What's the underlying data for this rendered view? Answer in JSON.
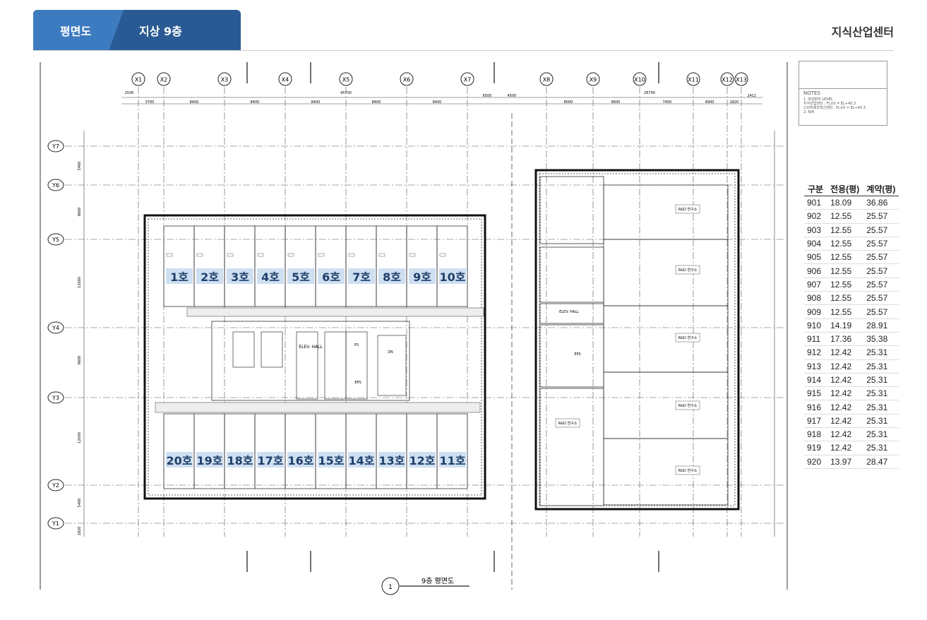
{
  "header": {
    "tab_plan": "평면도",
    "tab_floor": "지상 9층",
    "brand": "지식산업센터"
  },
  "plan": {
    "title": "9층 평면도",
    "title_number": "1",
    "col_grid": [
      "X1",
      "X2",
      "X3",
      "X4",
      "X5",
      "X6",
      "X7",
      "X8",
      "X9",
      "X10",
      "X11",
      "X12",
      "X13"
    ],
    "row_grid": [
      "Y7",
      "Y6",
      "Y5",
      "Y4",
      "Y3",
      "Y2",
      "Y1"
    ],
    "top_dims": [
      "2026",
      "3700",
      "8400",
      "8400",
      "45700",
      "8400",
      "8400",
      "8400",
      "6500",
      "4500",
      "8000",
      "6600",
      "26700",
      "7400",
      "4900",
      "1820",
      "2411"
    ],
    "side_dims": [
      "5400",
      "9600",
      "12000",
      "9600",
      "12000",
      "5400",
      "1820"
    ],
    "units_top": [
      "1호",
      "2호",
      "3호",
      "4호",
      "5호",
      "6호",
      "7호",
      "8호",
      "9호",
      "10호"
    ],
    "units_bottom": [
      "20호",
      "19호",
      "18호",
      "17호",
      "16호",
      "15호",
      "14호",
      "13호",
      "12호",
      "11호"
    ],
    "room_labels": [
      "R&D 연구소",
      "R&D 연구소",
      "R&D 연구소",
      "R&D 연구소",
      "R&D 연구소",
      "R&D 연구소"
    ],
    "core_labels": [
      "ELEV. HALL",
      "ELEV. HALL",
      "EPS",
      "EPS",
      "PS",
      "DN"
    ]
  },
  "notes": {
    "title": "NOTES",
    "lines": [
      "1. 마감바닥 LEVEL",
      "지식산업센터 : FL±0 = EL+40.3",
      "스마트제조혁신센터 : FL±0 = EL+40.3",
      "2. N/A"
    ]
  },
  "unit_table": {
    "headers": [
      "구분",
      "전용(평)",
      "계약(평)"
    ],
    "rows": [
      [
        "901",
        "18.09",
        "36.86"
      ],
      [
        "902",
        "12.55",
        "25.57"
      ],
      [
        "903",
        "12.55",
        "25.57"
      ],
      [
        "904",
        "12.55",
        "25.57"
      ],
      [
        "905",
        "12.55",
        "25.57"
      ],
      [
        "906",
        "12.55",
        "25.57"
      ],
      [
        "907",
        "12.55",
        "25.57"
      ],
      [
        "908",
        "12.55",
        "25.57"
      ],
      [
        "909",
        "12.55",
        "25.57"
      ],
      [
        "910",
        "14.19",
        "28.91"
      ],
      [
        "911",
        "17.36",
        "35.38"
      ],
      [
        "912",
        "12.42",
        "25.31"
      ],
      [
        "913",
        "12.42",
        "25.31"
      ],
      [
        "914",
        "12.42",
        "25.31"
      ],
      [
        "915",
        "12.42",
        "25.31"
      ],
      [
        "916",
        "12.42",
        "25.31"
      ],
      [
        "917",
        "12.42",
        "25.31"
      ],
      [
        "918",
        "12.42",
        "25.31"
      ],
      [
        "919",
        "12.42",
        "25.31"
      ],
      [
        "920",
        "13.97",
        "28.47"
      ]
    ]
  },
  "colors": {
    "tab_dark": "#2a5a93",
    "tab_light": "#3d7bc0",
    "unit_highlight": "#c9dcf0",
    "unit_text": "#1e3f6a"
  }
}
